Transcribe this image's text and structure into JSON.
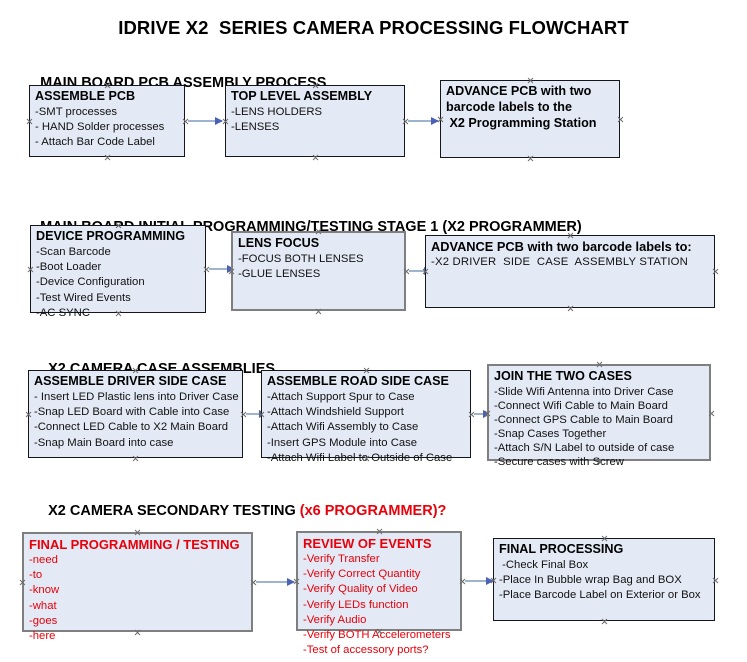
{
  "title": "IDRIVE X2  SERIES CAMERA PROCESSING FLOWCHART",
  "colors": {
    "box_fill": "#e3eaf5",
    "box_border": "#13161c",
    "box_border_gray": "#7f7f7f",
    "accent_red": "#e8000a",
    "connector": "#9eb4ce",
    "arrowhead": "#4a61b5",
    "text": "#000000"
  },
  "sections": [
    {
      "heading": "MAIN BOARD PCB ASSEMBLY PROCESS",
      "heading_accent": "",
      "boxes": [
        {
          "title": "ASSEMBLE PCB",
          "lines": [
            "-SMT processes",
            "- HAND Solder processes",
            "- Attach Bar Code Label"
          ]
        },
        {
          "title": "TOP LEVEL ASSEMBLY",
          "lines": [
            "-LENS HOLDERS",
            "-LENSES"
          ]
        },
        {
          "title": "ADVANCE PCB with two",
          "lines": [
            "barcode labels to the",
            " X2 Programming Station"
          ]
        }
      ]
    },
    {
      "heading": "MAIN BOARD INITIAL PROGRAMMING/TESTING STAGE 1 (X2 PROGRAMMER)",
      "heading_accent": "",
      "boxes": [
        {
          "title": "DEVICE PROGRAMMING",
          "lines": [
            "-Scan Barcode",
            "-Boot Loader",
            "-Device Configuration",
            "-Test Wired Events",
            "-AC SYNC"
          ]
        },
        {
          "title": "LENS FOCUS",
          "lines": [
            "-FOCUS BOTH LENSES",
            "-GLUE LENSES"
          ]
        },
        {
          "title": "ADVANCE PCB with two barcode labels to:",
          "lines": [
            "-X2 DRIVER  SIDE  CASE  ASSEMBLY STATION"
          ]
        }
      ]
    },
    {
      "heading": "X2 CAMERA CASE ASSEMBLIES",
      "heading_accent": "",
      "boxes": [
        {
          "title": "ASSEMBLE DRIVER SIDE CASE",
          "lines": [
            "- Insert LED Plastic lens into Driver Case",
            "-Snap LED Board with Cable into Case",
            "-Connect LED Cable to X2 Main Board",
            "-Snap Main Board into case"
          ]
        },
        {
          "title": "ASSEMBLE ROAD SIDE CASE",
          "lines": [
            "-Attach Support Spur to Case",
            "-Attach Windshield Support",
            "-Attach Wifi Assembly to Case",
            "-Insert GPS Module into Case",
            "-Attach Wifi Label to Outside of Case"
          ]
        },
        {
          "title": "JOIN THE TWO CASES",
          "lines": [
            "-Slide Wifi Antenna into Driver Case",
            "-Connect Wifi Cable to Main Board",
            "-Connect GPS Cable to Main Board",
            "-Snap Cases Together",
            "-Attach S/N Label to outside of case",
            "-Secure cases with Screw"
          ]
        }
      ]
    },
    {
      "heading": "X2 CAMERA SECONDARY TESTING ",
      "heading_accent": "(x6 PROGRAMMER)?",
      "boxes": [
        {
          "title": "FINAL PROGRAMMING / TESTING",
          "lines": [
            "-need",
            "-to",
            "-know",
            "-what",
            "-goes",
            "-here"
          ]
        },
        {
          "title": "REVIEW OF EVENTS",
          "lines": [
            "-Verify Transfer",
            "-Verify Correct Quantity",
            "-Verify Quality of Video",
            "-Verify LEDs function",
            "-Verify Audio",
            "-Verify BOTH Accelerometers",
            "-Test of accessory ports?"
          ]
        },
        {
          "title": "FINAL PROCESSING",
          "lines": [
            " -Check Final Box",
            "-Place In Bubble wrap Bag and BOX",
            "-Place Barcode Label on Exterior or Box"
          ]
        }
      ]
    }
  ]
}
